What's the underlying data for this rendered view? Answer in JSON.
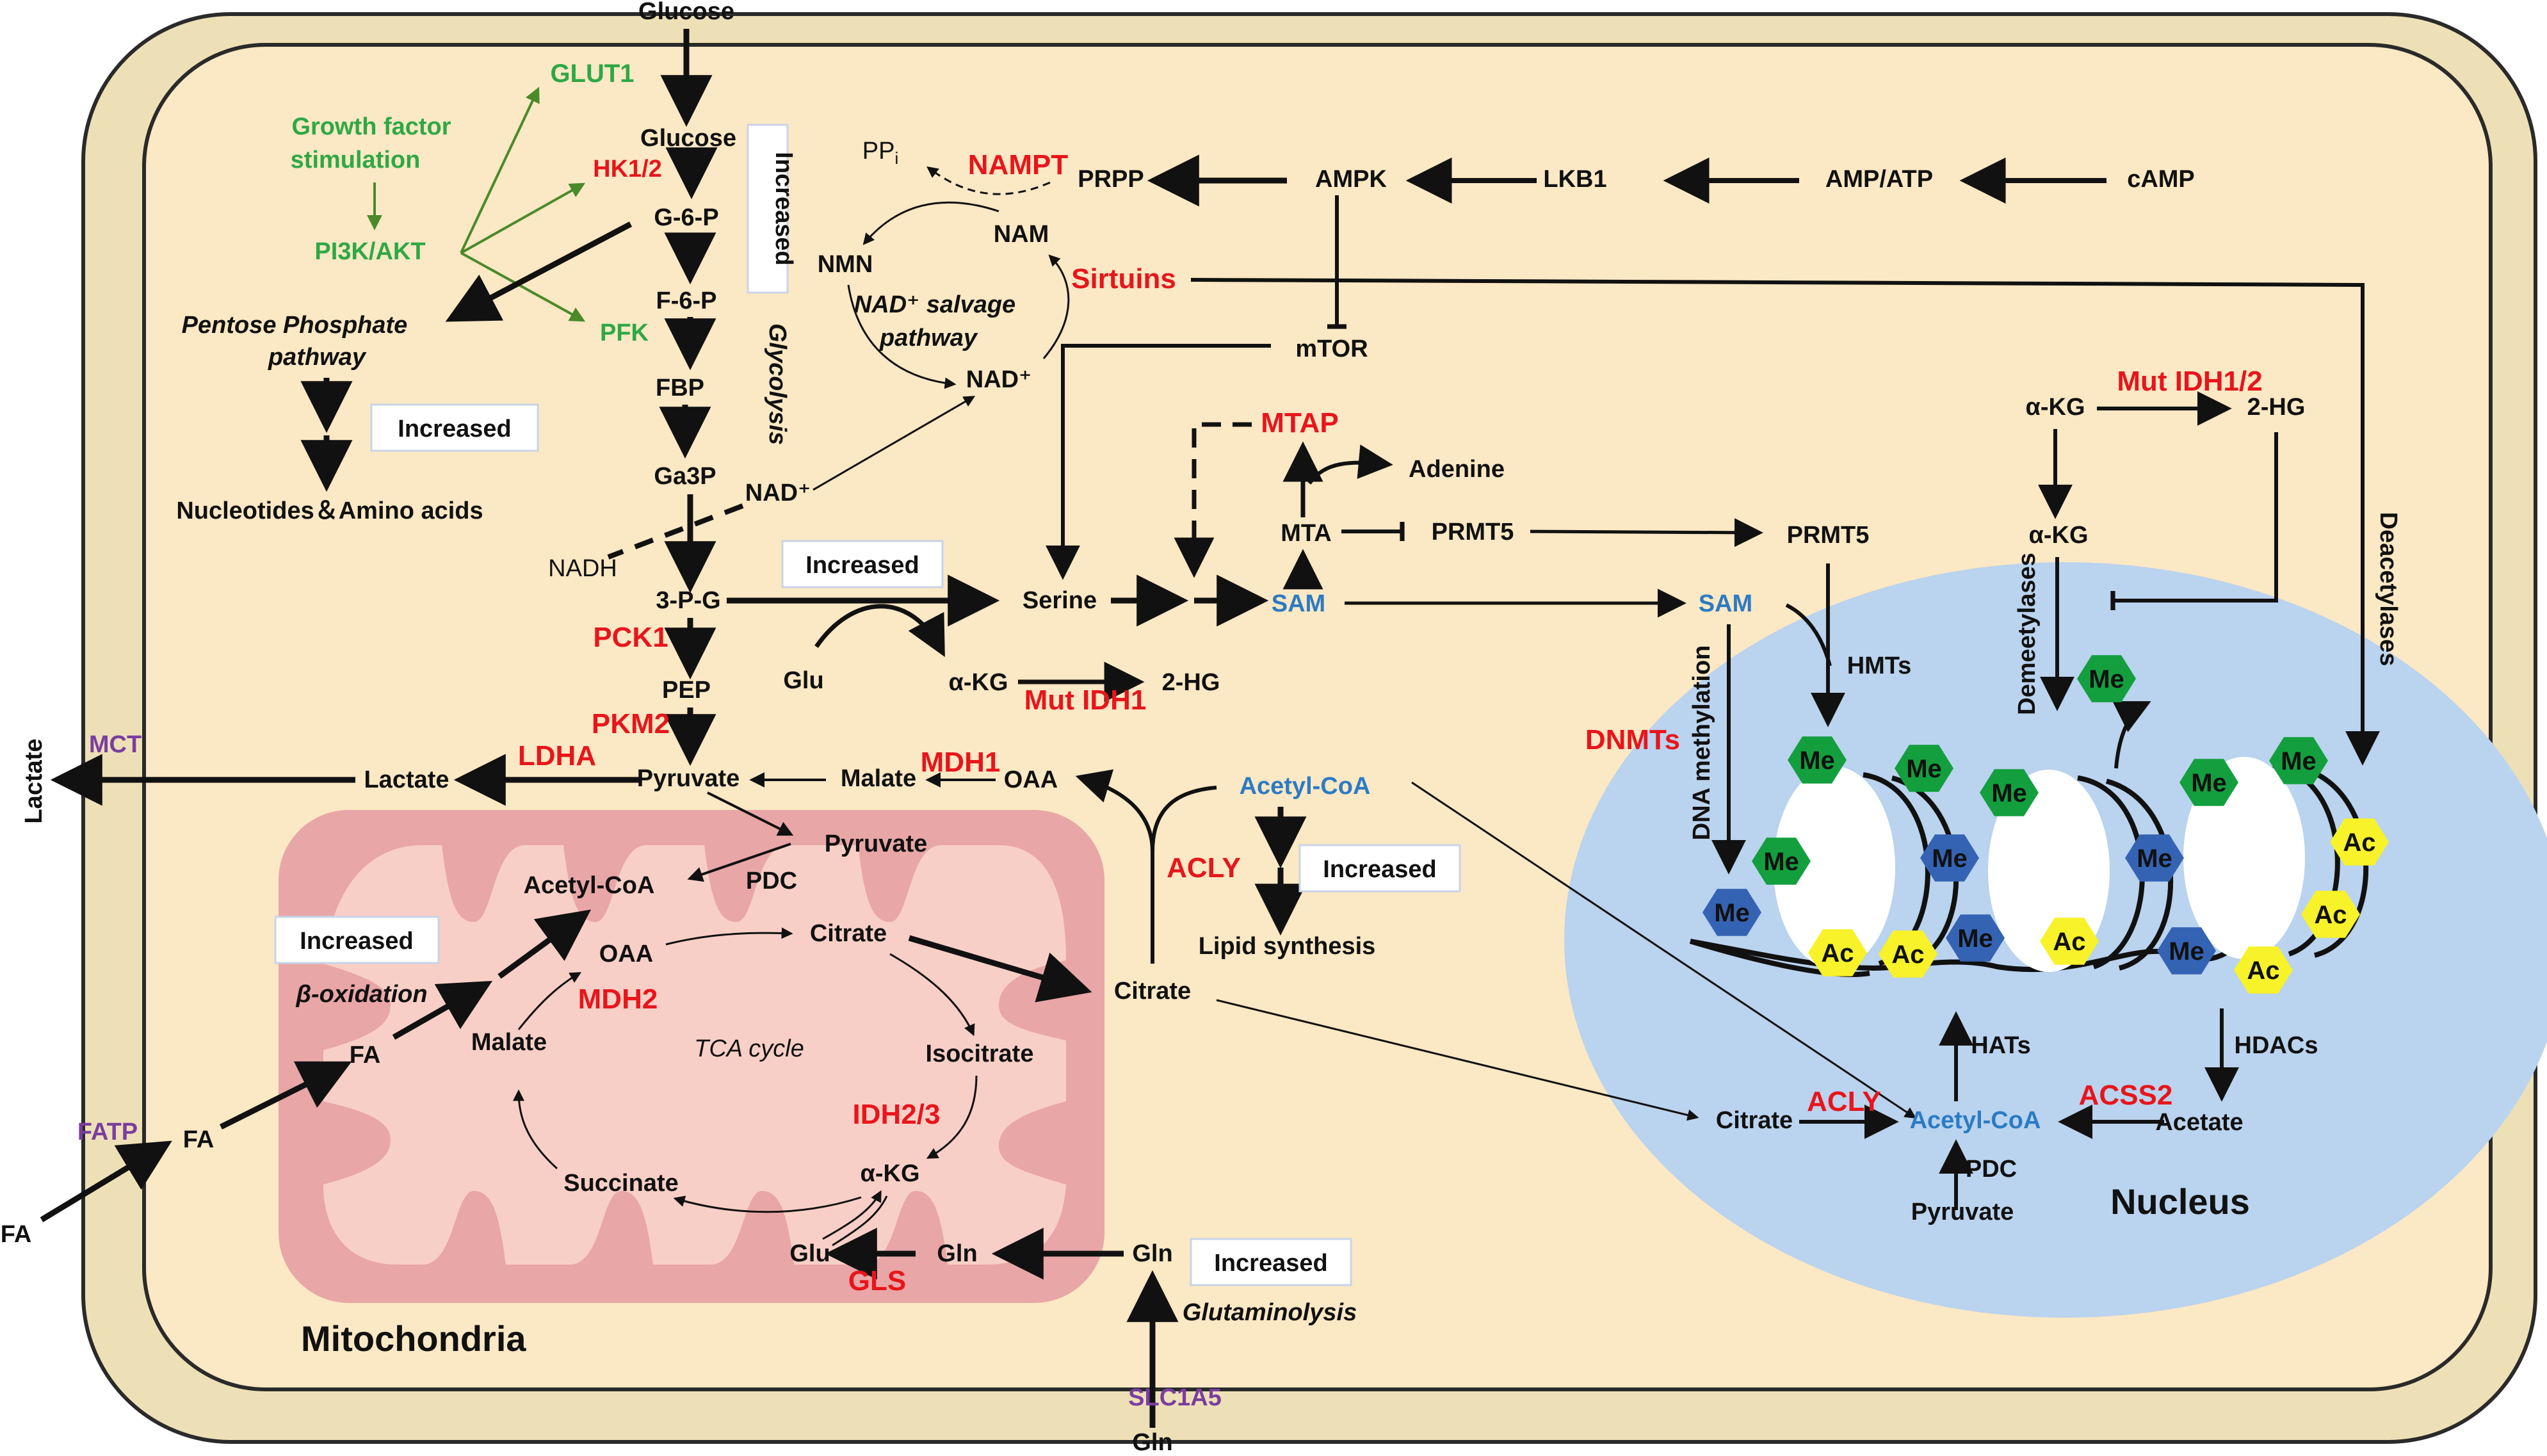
{
  "colors": {
    "cell": "#fbe8c4",
    "cell_border": "#2a2a2a",
    "membrane": "#eee0b6",
    "mito": "#e9a6a6",
    "mito_inner": "#f8cfc6",
    "nucleus": "#bad3ee",
    "me_green": "#139f3e",
    "me_blue": "#3563b4",
    "ac_yellow": "#f7f22a",
    "red": "#e8151b",
    "green": "#2ea846",
    "purple": "#7a3ea0",
    "blue": "#2c7bc4"
  },
  "top": {
    "glucose_in": "Glucose",
    "glucose": "Glucose",
    "g6p": "G-6-P",
    "f6p": "F-6-P",
    "fbp": "FBP",
    "ga3p": "Ga3P",
    "p3g": "3-P-G",
    "pep": "PEP",
    "pyruvate": "Pyruvate",
    "lactate": "Lactate",
    "lactate_out": "Lactate"
  },
  "glycolysis": {
    "increased": "Increased",
    "label": "Glycolysis"
  },
  "enzymes": {
    "glut1": "GLUT1",
    "hk12": "HK1/2",
    "pfk": "PFK",
    "pi3k": "PI3K/AKT",
    "growth1": "Growth factor",
    "growth2": "stimulation",
    "pck1": "PCK1",
    "pkm2": "PKM2",
    "ldha": "LDHA",
    "mct": "MCT",
    "mdh1": "MDH1",
    "nampt": "NAMPT",
    "sirtuins": "Sirtuins",
    "mtap": "MTAP",
    "mut_idh1": "Mut IDH1",
    "mut_idh12": "Mut IDH1/2",
    "acly": "ACLY",
    "mdh2": "MDH2",
    "idh23": "IDH2/3",
    "gls": "GLS",
    "fatp": "FATP",
    "slc1a5": "SLC1A5",
    "dnmts": "DNMTs",
    "acly_n": "ACLY",
    "acss2": "ACSS2"
  },
  "ppp": {
    "line1": "Pentose Phosphate",
    "line2": "pathway",
    "increased": "Increased",
    "products": "Nucleotides＆Amino acids"
  },
  "nad": {
    "nad_plus": "NAD⁺",
    "nadh": "NADH",
    "nad_plus2": "NAD⁺",
    "nmn": "NMN",
    "nam": "NAM",
    "ppi": "PP",
    "ppi_sub": "i",
    "prpp": "PRPP",
    "salvage1": "NAD⁺ salvage",
    "salvage2": "pathway"
  },
  "signaling": {
    "ampk": "AMPK",
    "lkb1": "LKB1",
    "ampatp": "AMP/ATP",
    "camp": "cAMP",
    "mtor": "mTOR"
  },
  "serine": {
    "increased": "Increased",
    "serine": "Serine",
    "glu": "Glu",
    "akg": "α-KG",
    "hg": "2-HG"
  },
  "methionine": {
    "sam": "SAM",
    "mta": "MTA",
    "adenine": "Adenine",
    "prmt5": "PRMT5",
    "prmt5_n": "PRMT5",
    "sam_n": "SAM"
  },
  "cytosol": {
    "malate": "Malate",
    "oaa": "OAA",
    "acetylcoa": "Acetyl-CoA",
    "increased": "Increased",
    "lipid": "Lipid synthesis",
    "citrate": "Citrate"
  },
  "mito": {
    "title": "Mitochondria",
    "pyruvate": "Pyruvate",
    "pdc": "PDC",
    "acetylcoa": "Acetyl-CoA",
    "oaa": "OAA",
    "citrate": "Citrate",
    "malate": "Malate",
    "tca": "TCA cycle",
    "isocitrate": "Isocitrate",
    "akg": "α-KG",
    "succinate": "Succinate",
    "glu": "Glu",
    "gln": "Gln",
    "fa": "FA",
    "increased": "Increased",
    "boxidation": "β-oxidation"
  },
  "outside": {
    "fa_out": "FA",
    "fa_mem": "FA",
    "gln_out": "Gln",
    "gln_in": "Gln",
    "gln_increased": "Increased",
    "glutaminolysis": "Glutaminolysis"
  },
  "nucleus": {
    "title": "Nucleus",
    "akg1": "α-KG",
    "hg": "2-HG",
    "akg2": "α-KG",
    "demethylases": "Demeetylases",
    "deacetylases": "Deacetylases",
    "hmts": "HMTs",
    "dna_meth": "DNA methylation",
    "hats": "HATs",
    "hdacs": "HDACs",
    "citrate": "Citrate",
    "acetylcoa": "Acetyl-CoA",
    "acetate": "Acetate",
    "pdc": "PDC",
    "pyruvate": "Pyruvate",
    "me": "Me",
    "ac": "Ac"
  }
}
